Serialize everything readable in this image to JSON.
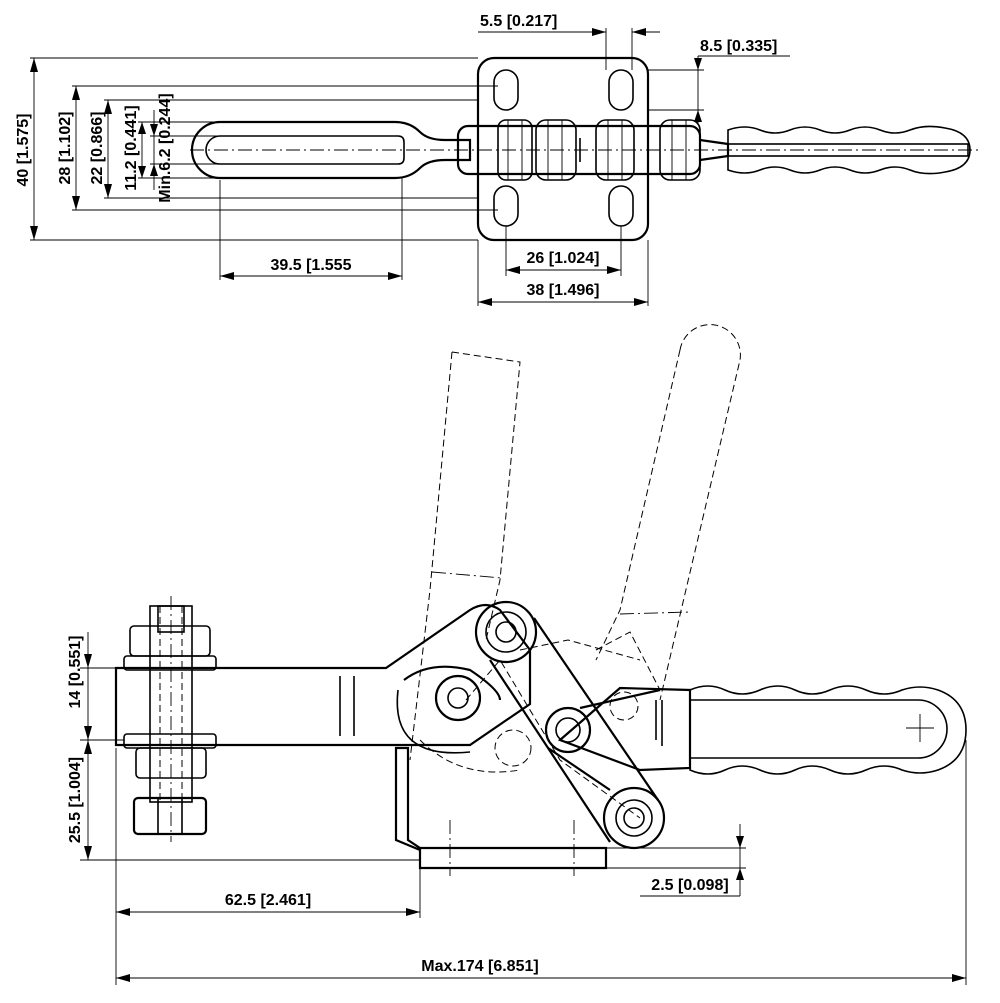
{
  "dimensions": {
    "hole_offset": "5.5 [0.217]",
    "grip_offset": "8.5 [0.335]",
    "overall_width": "40 [1.575]",
    "hole_spacing_v": "28 [1.102]",
    "base_width": "22 [0.866]",
    "arm_width": "11.2 [0.441]",
    "slot_min": "Min.6.2 [0.244]",
    "arm_length": "39.5 [1.555",
    "hole_spacing_h": "26 [1.024]",
    "base_length": "38 [1.496]",
    "arm_height": "14 [0.551]",
    "base_height": "25.5 [1.004]",
    "reach": "62.5 [2.461]",
    "base_offset": "2.5 [0.098]",
    "max_length": "Max.174 [6.851]"
  }
}
